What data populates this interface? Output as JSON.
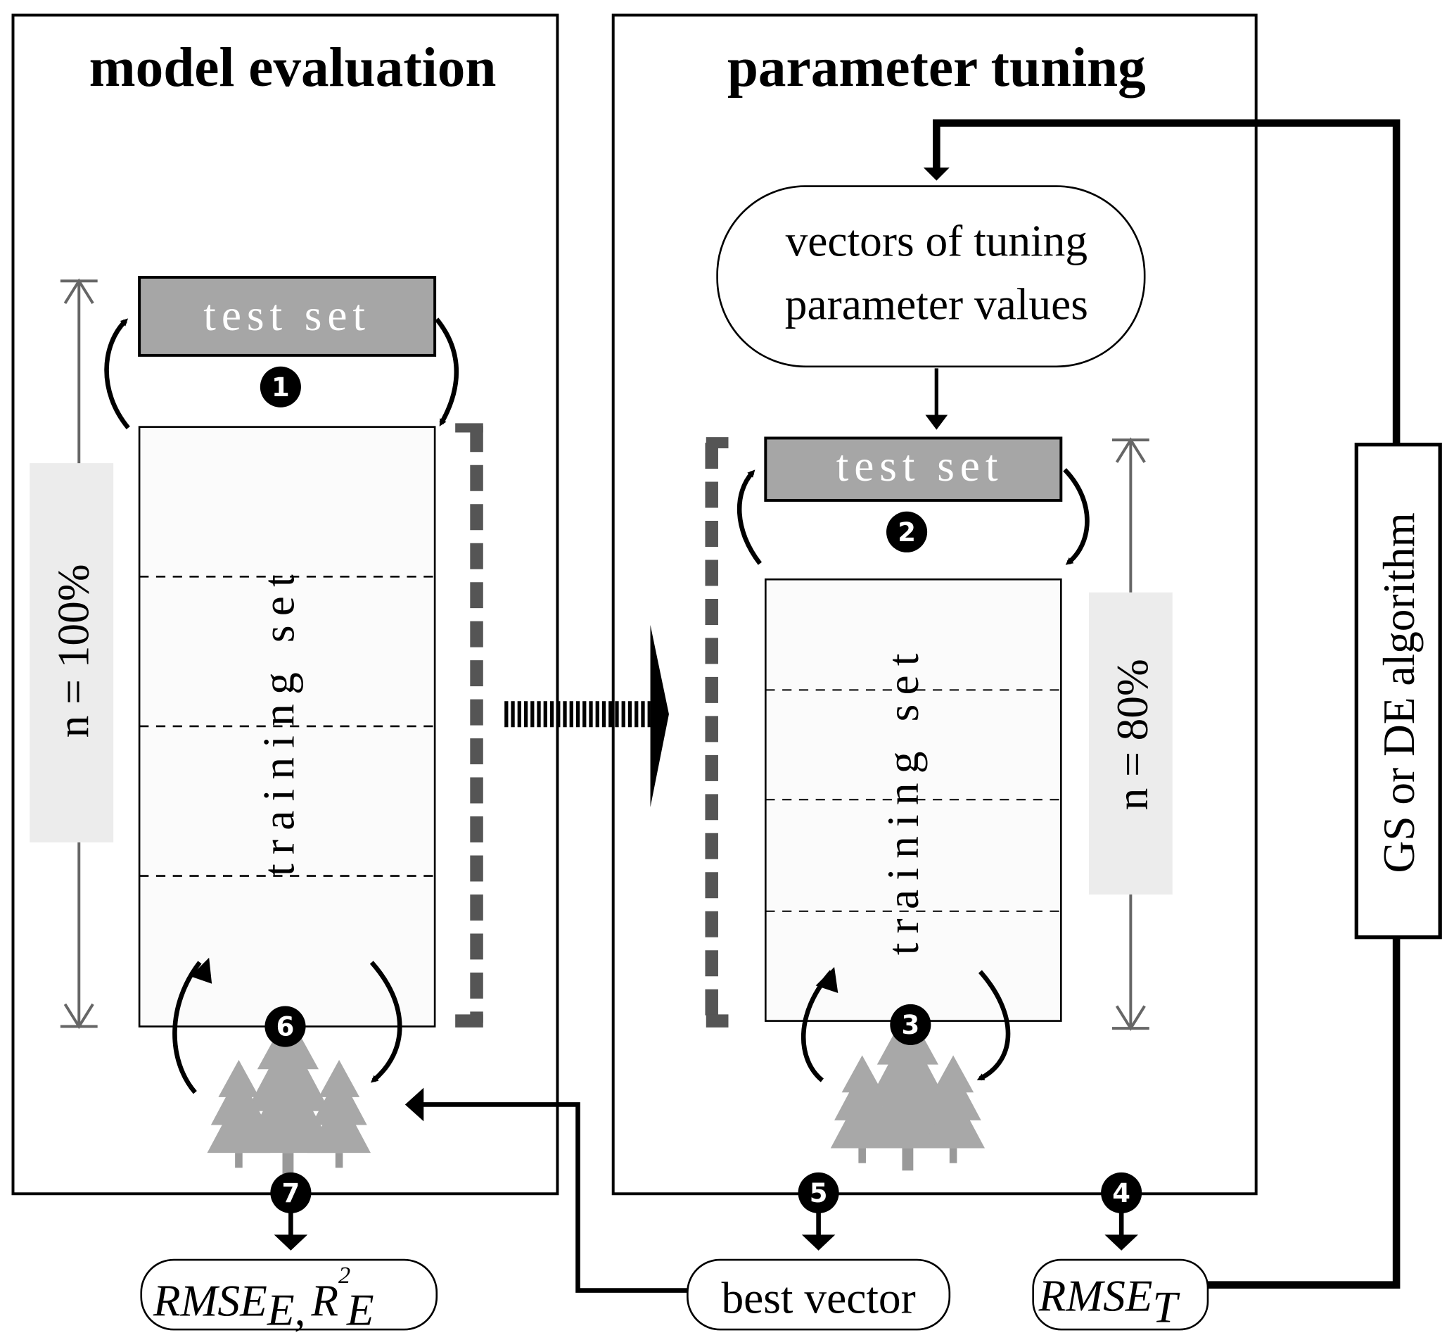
{
  "panels": {
    "left_title": "model evaluation",
    "right_title": "parameter tuning"
  },
  "left": {
    "test_set": "test set",
    "training_set": "training set",
    "n_label": "n = 100%"
  },
  "right": {
    "vectors_line1": "vectors of tuning",
    "vectors_line2": "parameter values",
    "test_set": "test set",
    "training_set": "training set",
    "n_label": "n = 80%"
  },
  "algorithm": "GS or DE algorithm",
  "badges": {
    "b1": "1",
    "b2": "2",
    "b3": "3",
    "b4": "4",
    "b5": "5",
    "b6": "6",
    "b7": "7"
  },
  "outputs": {
    "eval_rmse": "RMSE",
    "eval_rmse_sub": "E,",
    "eval_r": "R",
    "eval_r_sup": "2",
    "eval_r_sub": "E",
    "best_vector": "best vector",
    "tuning_rmse": "RMSE",
    "tuning_rmse_sub": "T"
  },
  "colors": {
    "test_set_fill": "#a6a6a6",
    "n_label_fill": "#ececec",
    "bracket": "#555555",
    "tree": "#a8a8a8"
  }
}
